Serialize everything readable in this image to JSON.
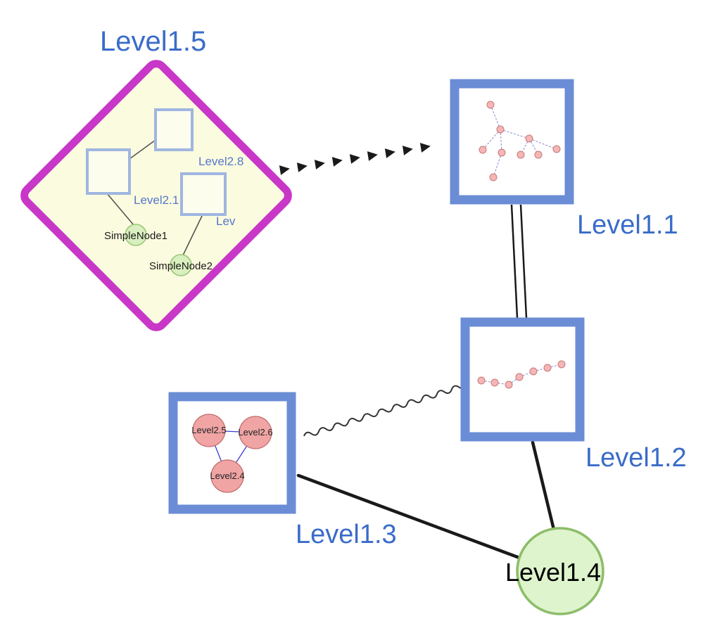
{
  "diagram": {
    "colors": {
      "diamond_group_border": "#c837c8",
      "diamond_group_fill": "#fbfbdf",
      "box_group_border": "#6b8dd6",
      "box_group_fill": "#ffffff",
      "label_blue": "#3a6cc8",
      "label_black": "#000000",
      "simple_node_fill": "#d9efbf",
      "simple_node_border": "#9bc77a",
      "leaf_node_fill": "#f0a4a4",
      "leaf_node_border": "#c06a6a",
      "edge_black": "#1a1a1a",
      "inner_edge_blue": "#3b3bd1",
      "mini_edge_dashed": "#8a8ad0"
    },
    "diamond_group": {
      "label": "Level1.5",
      "child_squares": [
        {
          "label": "Level2.8"
        },
        {
          "label": "Level2.1"
        },
        {
          "label": "Lev"
        }
      ],
      "child_circles": [
        {
          "label": "SimpleNode1"
        },
        {
          "label": "SimpleNode2"
        }
      ]
    },
    "box_groups": [
      {
        "label": "Level1.1"
      },
      {
        "label": "Level1.2"
      },
      {
        "label": "Level1.3"
      }
    ],
    "circle_node": {
      "label": "Level1.4"
    },
    "level13_children": [
      {
        "label": "Level2.5"
      },
      {
        "label": "Level2.6"
      },
      {
        "label": "Level2.4"
      }
    ],
    "edges": [
      {
        "from": "Level1.5",
        "to": "Level1.1",
        "style": "dashed-arrowheads"
      },
      {
        "from": "Level1.1",
        "to": "Level1.2",
        "style": "double-parallel-line"
      },
      {
        "from": "Level1.3",
        "to": "Level1.2",
        "style": "wavy-line"
      },
      {
        "from": "Level1.3",
        "to": "Level1.4",
        "style": "solid-line"
      },
      {
        "from": "Level1.2",
        "to": "Level1.4",
        "style": "solid-line"
      }
    ]
  }
}
